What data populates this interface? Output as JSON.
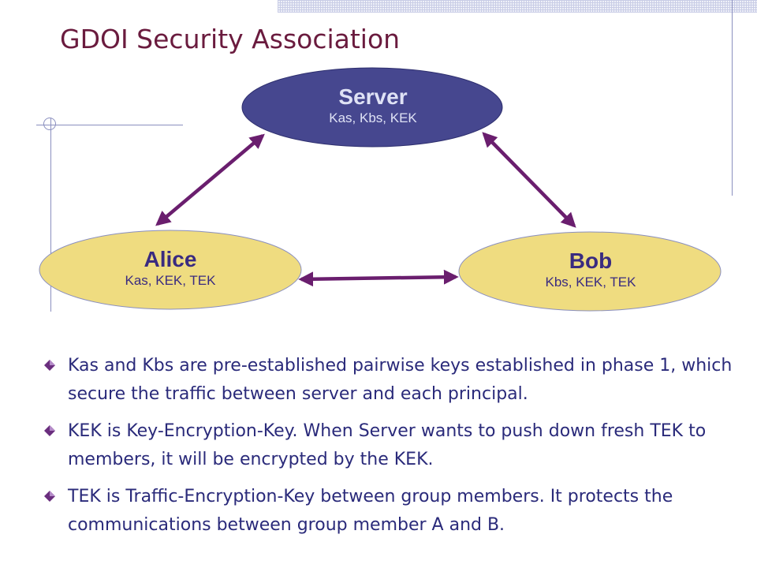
{
  "slide": {
    "title": "GDOI Security Association"
  },
  "diagram": {
    "server": {
      "name": "Server",
      "keys": "Kas, Kbs, KEK"
    },
    "alice": {
      "name": "Alice",
      "keys": "Kas, KEK, TEK"
    },
    "bob": {
      "name": "Bob",
      "keys": "Kbs, KEK, TEK"
    },
    "colors": {
      "server_fill": "#46478f",
      "member_fill": "#efdc80",
      "arrow": "#6a1e6e",
      "title": "#6a1b3e",
      "body_text": "#2a2a7a"
    }
  },
  "bullets": [
    {
      "text": "Kas and Kbs are pre-established pairwise keys established in phase 1, which secure the traffic between server and each principal."
    },
    {
      "text": "KEK is Key-Encryption-Key. When Server wants to push down fresh TEK to members, it will be encrypted by the KEK."
    },
    {
      "text": "TEK is Traffic-Encryption-Key between group members. It protects the communications between group member A and B."
    }
  ]
}
